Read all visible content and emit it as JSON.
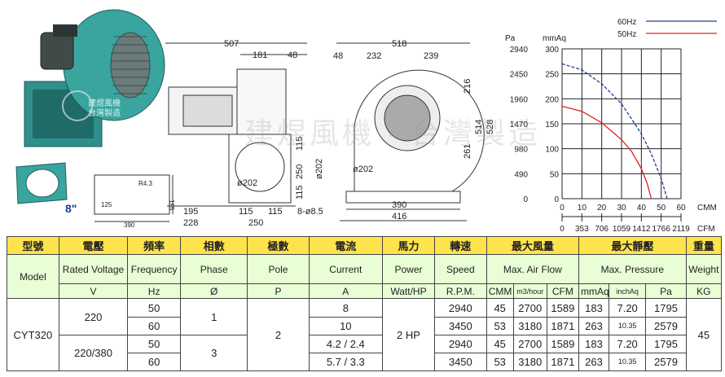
{
  "product": {
    "size_label": "8\"",
    "badge_line1": "建煜風機",
    "badge_line2": "台灣製造",
    "watermark": "建煜風機 · 台灣製造"
  },
  "side_view": {
    "dims": {
      "overall": "507",
      "d181": "181",
      "d48": "48",
      "d195": "195",
      "d115a": "115",
      "d115b": "115",
      "d228": "228",
      "d250": "250",
      "hole": "8-ø8.5",
      "d202": "ø202",
      "v115": "115",
      "v250": "250",
      "v115b": "115",
      "v202": "ø202"
    }
  },
  "flange_detail": {
    "r": "R4.3",
    "w": "390",
    "h": "195",
    "d125": "125"
  },
  "front_view": {
    "dims": {
      "overall": "518",
      "d48": "48",
      "d232": "232",
      "d239": "239",
      "d216": "216",
      "d514": "514",
      "d528": "528",
      "d261": "261",
      "d202": "ø202",
      "d390": "390",
      "d416": "416"
    }
  },
  "chart_data": {
    "type": "line",
    "legend": [
      {
        "name": "60Hz",
        "color": "#1f3c8f"
      },
      {
        "name": "50Hz",
        "color": "#e02020"
      }
    ],
    "y_unit_left": "Pa",
    "y_unit_right": "mmAq",
    "y_ticks_pa": [
      "2940",
      "2450",
      "1960",
      "1470",
      "980",
      "490",
      "0"
    ],
    "y_ticks_mmaq": [
      "300",
      "250",
      "200",
      "150",
      "100",
      "50",
      "0"
    ],
    "x_ticks_cmm": [
      "0",
      "10",
      "20",
      "30",
      "40",
      "50",
      "60"
    ],
    "x_ticks_cfm": [
      "0",
      "353",
      "706",
      "1059",
      "1412",
      "1766",
      "2119"
    ],
    "x_unit_top": "CMM",
    "x_unit_bottom": "CFM",
    "ylim_mmaq": [
      0,
      300
    ],
    "xlim_cmm": [
      0,
      60
    ],
    "series": [
      {
        "name": "60Hz",
        "color": "#1f3c8f",
        "x": [
          0,
          10,
          20,
          30,
          40,
          45,
          50,
          53
        ],
        "y": [
          270,
          258,
          230,
          190,
          130,
          90,
          40,
          0
        ]
      },
      {
        "name": "50Hz",
        "color": "#e02020",
        "x": [
          0,
          10,
          20,
          30,
          35,
          40,
          43,
          45
        ],
        "y": [
          185,
          175,
          152,
          118,
          95,
          60,
          30,
          0
        ]
      }
    ]
  },
  "table": {
    "header_cn": [
      "型號",
      "電壓",
      "頻率",
      "相數",
      "極數",
      "電流",
      "馬力",
      "轉速",
      "最大風量",
      "最大靜壓",
      "重量"
    ],
    "header_en": [
      "Model",
      "Rated Voltage",
      "Frequency",
      "Phase",
      "Pole",
      "Current",
      "Power",
      "Speed",
      "Max. Air Flow",
      "Max. Pressure",
      "Weight"
    ],
    "units": [
      "V",
      "Hz",
      "Ø",
      "P",
      "A",
      "Watt/HP",
      "R.P.M.",
      "CMM",
      "m3/hour",
      "CFM",
      "mmAq",
      "inchAq",
      "Pa",
      "KG"
    ],
    "model": "CYT320",
    "voltage_1": "220",
    "voltage_2": "220/380",
    "phase_1": "1",
    "phase_2": "3",
    "pole": "2",
    "power": "2 HP",
    "weight": "45",
    "rows": [
      {
        "freq": "50",
        "current": "8",
        "rpm": "2940",
        "cmm": "45",
        "m3h": "2700",
        "cfm": "1589",
        "mmaq": "183",
        "inchaq": "7.20",
        "pa": "1795"
      },
      {
        "freq": "60",
        "current": "10",
        "rpm": "3450",
        "cmm": "53",
        "m3h": "3180",
        "cfm": "1871",
        "mmaq": "263",
        "inchaq": "10.35",
        "pa": "2579"
      },
      {
        "freq": "50",
        "current": "4.2 / 2.4",
        "rpm": "2940",
        "cmm": "45",
        "m3h": "2700",
        "cfm": "1589",
        "mmaq": "183",
        "inchaq": "7.20",
        "pa": "1795"
      },
      {
        "freq": "60",
        "current": "5.7 / 3.3",
        "rpm": "3450",
        "cmm": "53",
        "m3h": "3180",
        "cfm": "1871",
        "mmaq": "263",
        "inchaq": "10.35",
        "pa": "2579"
      }
    ]
  }
}
